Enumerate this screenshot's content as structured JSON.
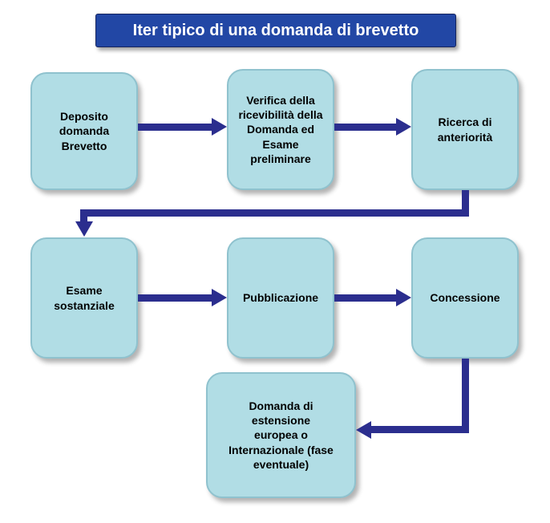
{
  "title": "Iter tipico di una domanda di brevetto",
  "colors": {
    "title_bg": "#2247A5",
    "title_text": "#FFFFFF",
    "box_fill": "#B1DDE5",
    "box_border": "#8FC2CE",
    "arrow": "#2B2E8E",
    "node_text": "#000000"
  },
  "nodes": [
    {
      "id": "deposito",
      "label": "Deposito domanda Brevetto"
    },
    {
      "id": "verifica",
      "label": "Verifica della ricevibilità della Domanda ed Esame preliminare"
    },
    {
      "id": "ricerca",
      "label": "Ricerca di anteriorità"
    },
    {
      "id": "esame",
      "label": "Esame sostanziale"
    },
    {
      "id": "pubblicazione",
      "label": "Pubblicazione"
    },
    {
      "id": "concessione",
      "label": "Concessione"
    },
    {
      "id": "estensione",
      "label": "Domanda di estensione europea o Internazionale (fase eventuale)"
    }
  ],
  "edges": [
    {
      "from": "deposito",
      "to": "verifica"
    },
    {
      "from": "verifica",
      "to": "ricerca"
    },
    {
      "from": "ricerca",
      "to": "esame"
    },
    {
      "from": "esame",
      "to": "pubblicazione"
    },
    {
      "from": "pubblicazione",
      "to": "concessione"
    },
    {
      "from": "concessione",
      "to": "estensione"
    }
  ]
}
